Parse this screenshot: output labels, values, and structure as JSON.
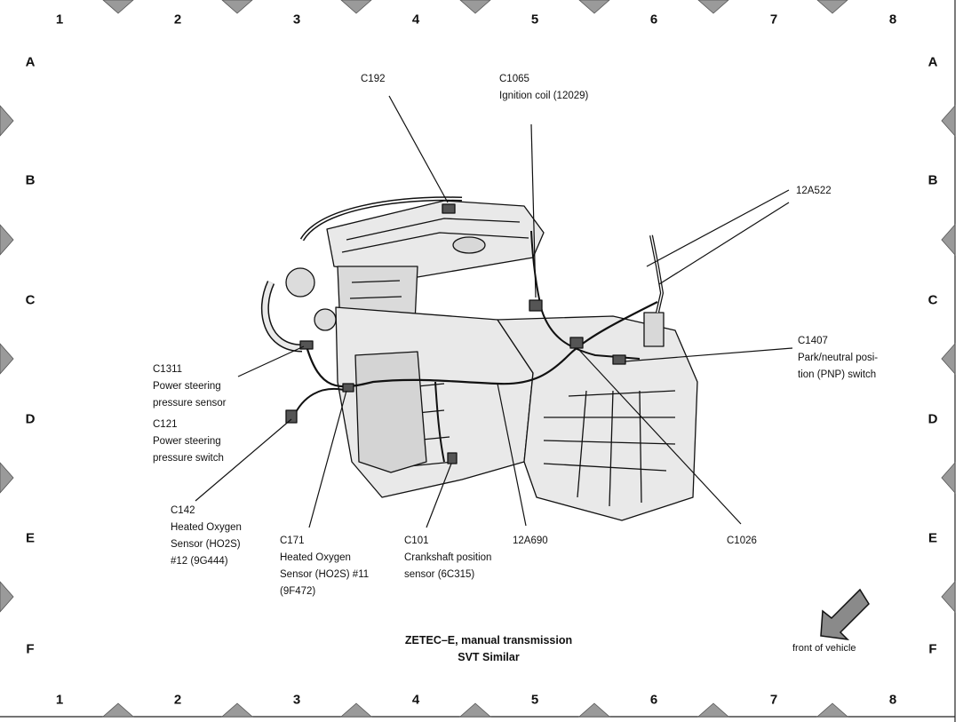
{
  "grid": {
    "columns": [
      "1",
      "2",
      "3",
      "4",
      "5",
      "6",
      "7",
      "8"
    ],
    "rows": [
      "A",
      "B",
      "C",
      "D",
      "E",
      "F"
    ]
  },
  "callouts": {
    "c192": {
      "lines": [
        "C192"
      ]
    },
    "c1065": {
      "lines": [
        "C1065",
        "Ignition coil (12029)"
      ]
    },
    "r12a522": {
      "lines": [
        "12A522"
      ]
    },
    "c1407": {
      "lines": [
        "C1407",
        "Park/neutral posi-",
        "tion (PNP) switch"
      ]
    },
    "c1311": {
      "lines": [
        "C1311",
        "Power steering",
        "pressure sensor"
      ]
    },
    "c121": {
      "lines": [
        "C121",
        "Power steering",
        "pressure switch"
      ]
    },
    "c142": {
      "lines": [
        "C142",
        "Heated Oxygen",
        "Sensor (HO2S)",
        "#12 (9G444)"
      ]
    },
    "c171": {
      "lines": [
        "C171",
        "Heated Oxygen",
        "Sensor (HO2S) #11",
        "(9F472)"
      ]
    },
    "c101": {
      "lines": [
        "C101",
        "Crankshaft position",
        "sensor (6C315)"
      ]
    },
    "r12a690": {
      "lines": [
        "12A690"
      ]
    },
    "c1026": {
      "lines": [
        "C1026"
      ]
    }
  },
  "title": {
    "line1": "ZETEC–E, manual transmission",
    "line2": "SVT Similar"
  },
  "front_indicator": {
    "label": "front of vehicle",
    "icon": "front-arrow-icon"
  },
  "colors": {
    "ink": "#111111",
    "marker": "#9a9a9a",
    "marker_edge": "#555555",
    "engine_fill": "#e9e9e9",
    "engine_shade": "#cfcfcf"
  }
}
